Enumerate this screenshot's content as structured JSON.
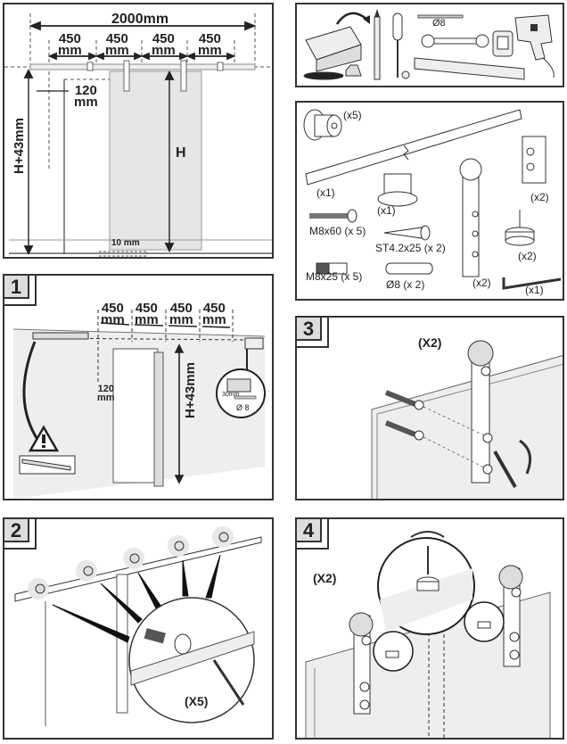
{
  "overview": {
    "total_width": "2000mm",
    "spacings": [
      {
        "value": "450",
        "unit": "mm"
      },
      {
        "value": "450",
        "unit": "mm"
      },
      {
        "value": "450",
        "unit": "mm"
      },
      {
        "value": "450",
        "unit": "mm"
      }
    ],
    "offset": {
      "value": "120",
      "unit": "mm"
    },
    "rail_height": "H+43mm",
    "door_height": "H",
    "floor_gap": "10 mm"
  },
  "tools": {
    "drill_bit_size": "Ø8",
    "items": [
      "toolbox-icon",
      "pencil-icon",
      "screwdriver-icon",
      "drill-bit-icon",
      "wrench-icon",
      "tape-measure-icon",
      "spirit-level-icon",
      "power-drill-icon"
    ]
  },
  "parts": {
    "spacer": "(x5)",
    "rail": "(x1)",
    "floor_guide": "(x1)",
    "stopper": "(x2)",
    "bolt_m8x60": "M8x60 (x 5)",
    "screw_st": "ST4.2x25 (x 2)",
    "bolt_m8x25": "M8x25 (x 5)",
    "anchor": "Ø8 (x 2)",
    "hanger": "(x2)",
    "anti_jump": "(x2)",
    "hex_key": "(x1)"
  },
  "step1": {
    "number": "1",
    "spacings": [
      {
        "value": "450",
        "unit": "mm"
      },
      {
        "value": "450",
        "unit": "mm"
      },
      {
        "value": "450",
        "unit": "mm"
      },
      {
        "value": "450",
        "unit": "mm"
      }
    ],
    "offset": {
      "value": "120",
      "unit": "mm"
    },
    "rail_height": "H+43mm",
    "drill_depth": "30mm",
    "drill_bit": "Ø 8"
  },
  "step2": {
    "number": "2",
    "quantity": "(X5)"
  },
  "step3": {
    "number": "3",
    "quantity": "(X2)"
  },
  "step4": {
    "number": "4",
    "quantity": "(X2)"
  },
  "colors": {
    "line": "#333333",
    "door": "#e6e6e6",
    "wall": "#eeeeee",
    "badge": "#dddddd"
  }
}
